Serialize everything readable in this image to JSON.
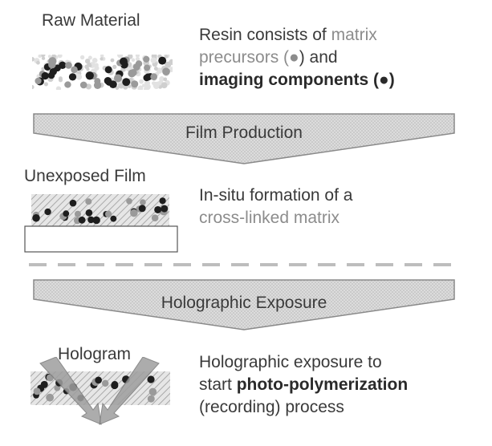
{
  "section1": {
    "heading": "Raw Material",
    "desc_line1_a": "Resin consists of ",
    "desc_line1_b": "matrix",
    "desc_line2_a": "precursors (",
    "desc_line2_b": "●",
    "desc_line2_c": ") and",
    "desc_line3": "imaging components (●)"
  },
  "arrow1": {
    "label": "Film Production"
  },
  "section2": {
    "heading": "Unexposed Film",
    "desc_line1": "In-situ formation of a",
    "desc_line2": "cross-linked matrix"
  },
  "arrow2": {
    "label": "Holographic Exposure"
  },
  "section3": {
    "heading": "Hologram",
    "desc_line1": "Holographic exposure to",
    "desc_line2_a": "start ",
    "desc_line2_b": "photo-polymerization",
    "desc_line3": "(recording) process"
  },
  "colors": {
    "text": "#3a3a3a",
    "gray_text": "#8c8c8c",
    "dark_dot": "#1e1e1e",
    "gray_dot": "#9a9a9a",
    "arrow_fill": "#d8d8d8",
    "hatch": "#bdbdbd"
  }
}
